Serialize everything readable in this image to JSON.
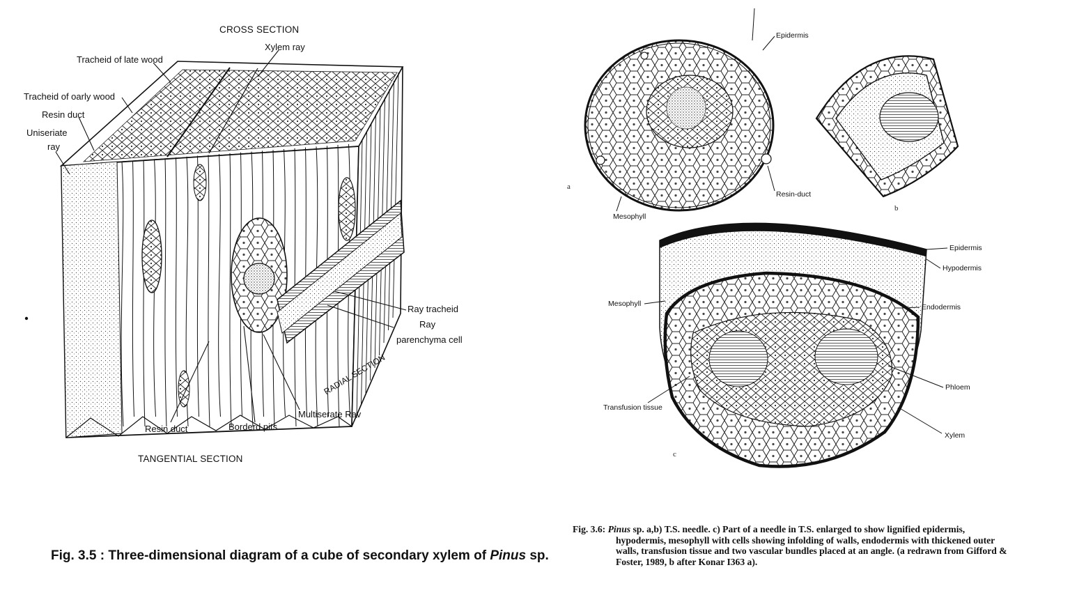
{
  "fig35": {
    "section_labels": {
      "cross": "CROSS SECTION",
      "tangential": "TANGENTIAL SECTION",
      "radial": "RADIAL SECTION"
    },
    "labels": {
      "xylem_ray": "Xylem ray",
      "tracheid_late_wood": "Tracheid of late wood",
      "tracheid_early_wood": "Tracheid of oarly wood",
      "resin_duct_top": "Resin duct",
      "uniseriate_ray_1": "Uniseriate",
      "uniseriate_ray_2": "ray",
      "ray_tracheid": "Ray tracheid",
      "ray_parenchyma_1": "Ray",
      "ray_parenchyma_2": "parenchyma cell",
      "resin_duct_bottom": "Resin duct",
      "bordered_pits": "Borderd pits",
      "multiseriate_ray": "Multiserate Rav"
    },
    "caption": {
      "prefix": "Fig. 3.5 : Three-dimensional diagram of a cube of secondary xylem of ",
      "taxon": "Pinus",
      "suffix": " sp."
    }
  },
  "fig36": {
    "panel_letters": {
      "a": "a",
      "b": "b",
      "c": "c"
    },
    "labels_a": {
      "epidermis": "Epidermis",
      "resin_duct": "Resin-duct",
      "mesophyll": "Mesophyll"
    },
    "labels_c": {
      "epidermis": "Epidermis",
      "hypodermis": "Hypodermis",
      "mesophyll": "Mesophyll",
      "endodermis": "Endodermis",
      "transfusion_tissue": "Transfusion  tissue",
      "phloem": "Phloem",
      "xylem": "Xylem"
    },
    "caption": {
      "fig_no": "Fig. 3.6: ",
      "taxon": "Pinus",
      "line1_rest": " sp. a,b) T.S. needle. c) Part of a needle in T.S. enlarged to show lignified epidermis,",
      "line2": "hypodermis, mesophyll with cells showing infolding of walls, endodermis with thickened outer",
      "line3": "walls, transfusion tissue and two vascular bundles placed at an angle. (a  redrawn from Gifford &",
      "line4": "Foster, 1989, b after Konar I363 a)."
    }
  }
}
